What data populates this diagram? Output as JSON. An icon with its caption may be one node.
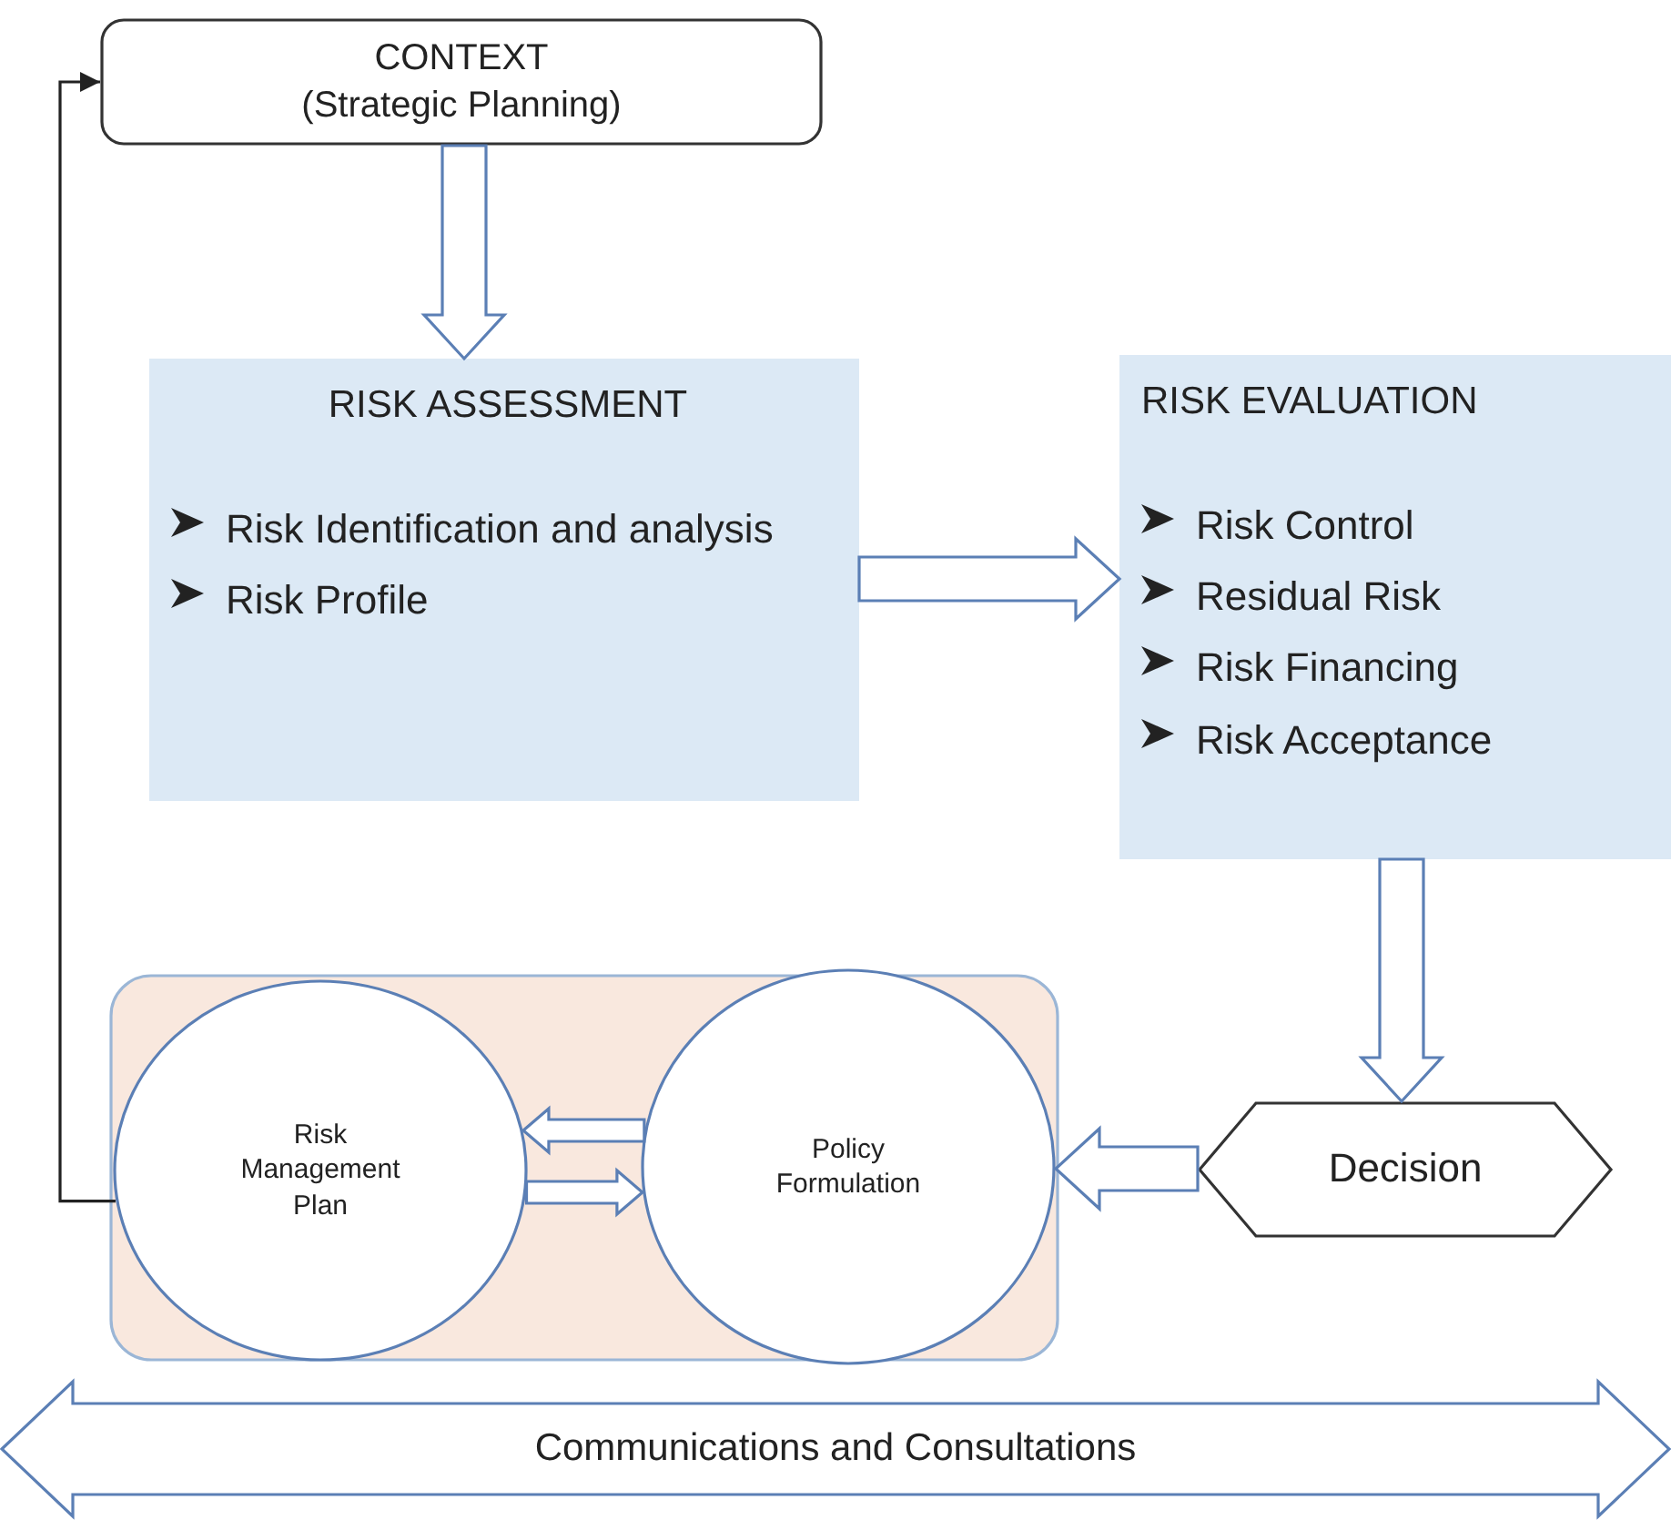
{
  "diagram": {
    "nodes": [
      {
        "text": [
          "CONTEXT",
          "(Strategic Planning)"
        ]
      },
      {
        "text": [
          "RISK ASSESSMENT",
          "Risk Identification and analysis",
          "Risk Profile"
        ]
      },
      {
        "text": [
          "RISK EVALUATION",
          "Risk Control",
          "Residual Risk",
          "Risk Financing",
          "Risk Acceptance"
        ]
      },
      {
        "text": [
          "Decision"
        ]
      },
      {
        "text": [],
        "shape": "box"
      },
      {
        "text": [
          "Risk Management Plan"
        ],
        "in": 4
      },
      {
        "text": [
          "Policy Formulation"
        ],
        "in": 4
      },
      {
        "text": [
          "Communications and Consultations"
        ]
      }
    ],
    "edges": [
      {
        "from": 0,
        "to": 1,
        "arrow": "to",
        "style": "thick"
      },
      {
        "from": 1,
        "to": 2,
        "arrow": "to",
        "style": "thick"
      },
      {
        "from": 2,
        "to": 3,
        "arrow": "to",
        "style": "thick"
      },
      {
        "from": 3,
        "to": 6,
        "arrow": "to",
        "style": "thick"
      },
      {
        "from": 6,
        "to": 5,
        "arrow": "to",
        "style": "thick"
      },
      {
        "from": 5,
        "to": 6,
        "arrow": "to",
        "style": "thick"
      },
      {
        "from": 5,
        "to": 0,
        "arrow": "to"
      }
    ]
  }
}
